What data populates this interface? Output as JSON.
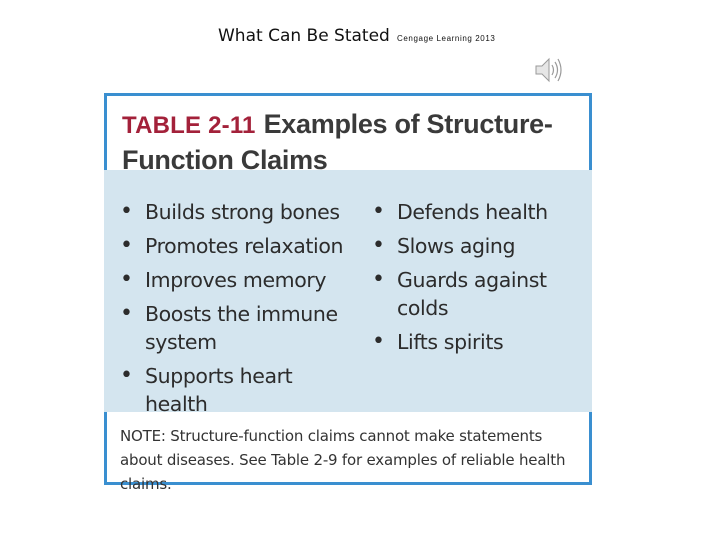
{
  "slide": {
    "title": "What Can Be Stated",
    "credit": "Cengage Learning 2013"
  },
  "icons": {
    "speaker": "speaker-icon"
  },
  "table": {
    "number": "TABLE 2-11",
    "heading": "Examples of Structure-Function Claims",
    "left_items": [
      "Builds strong bones",
      "Promotes relaxation",
      "Improves memory",
      "Boosts the immune system",
      "Supports heart health"
    ],
    "right_items": [
      "Defends health",
      "Slows aging",
      "Guards against colds",
      "Lifts spirits"
    ],
    "note": "NOTE: Structure-function claims cannot make statements about diseases. See Table 2-9 for examples of reliable health claims."
  },
  "colors": {
    "frame": "#3a8fd0",
    "panel": "#d4e5ef",
    "table_number": "#a3213a"
  }
}
